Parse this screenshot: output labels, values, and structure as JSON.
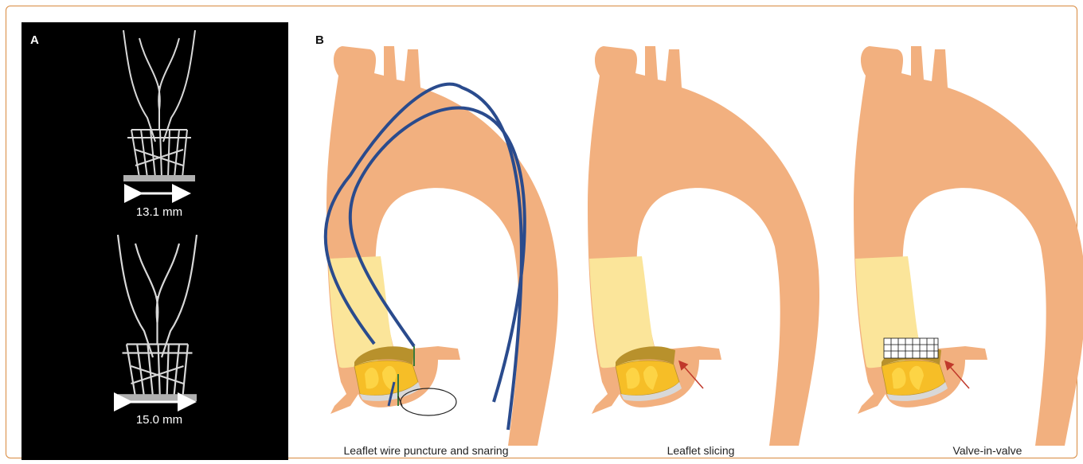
{
  "panel_a": {
    "letter": "A",
    "valve_small": {
      "dimension": "13.1 mm"
    },
    "valve_large": {
      "dimension": "15.0 mm"
    }
  },
  "panel_b": {
    "letter": "B",
    "steps": [
      {
        "caption": "Leaflet wire puncture and snaring"
      },
      {
        "caption": "Leaflet slicing"
      },
      {
        "caption": "Valve-in-valve"
      }
    ]
  },
  "colors": {
    "frame_border": "#d8893d",
    "aorta": "#f2b07f",
    "lumen": "#fbe59a",
    "leaflet": "#f6be27",
    "leaflet_dark": "#b8912c",
    "wire": "#2a4b8d",
    "arrow": "#c0392b",
    "stent": "#cfcfcf"
  }
}
